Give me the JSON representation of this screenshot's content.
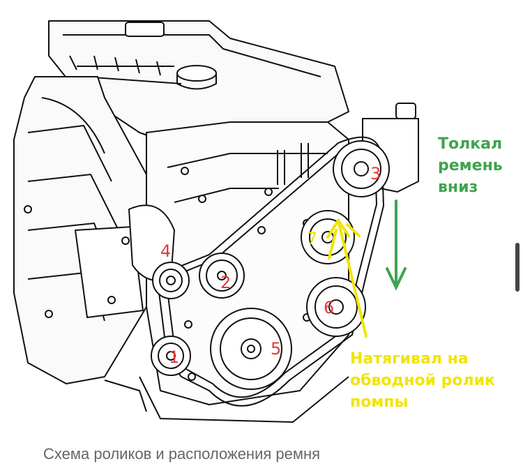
{
  "notes": {
    "green": {
      "lines": [
        "Толкал",
        "ремень",
        "вниз"
      ],
      "color": "#3fa34d"
    },
    "yellow": {
      "lines": [
        "Натягивал на",
        "обводной ролик",
        "помпы"
      ],
      "color": "#f2e400"
    }
  },
  "pulley_labels": [
    "1",
    "2",
    "3",
    "4",
    "5",
    "6",
    "7"
  ],
  "label_color": "#e23b3b",
  "caption": "Схема роликов и расположения ремня"
}
